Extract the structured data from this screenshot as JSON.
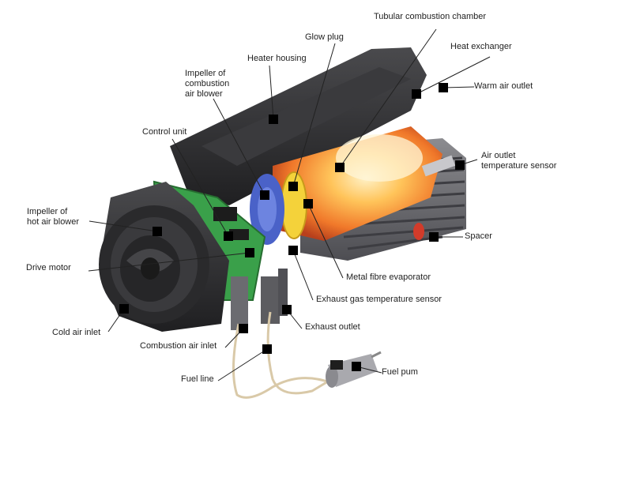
{
  "labels": {
    "tubular_combustion_chamber": "Tubular combustion chamber",
    "glow_plug": "Glow plug",
    "heat_exchanger": "Heat exchanger",
    "heater_housing": "Heater housing",
    "warm_air_outlet": "Warm air outlet",
    "impeller_combustion": [
      "Impeller of",
      "combustion",
      "air blower"
    ],
    "control_unit": "Control unit",
    "air_outlet_sensor": [
      "Air outlet",
      "temperature sensor"
    ],
    "impeller_hot_air": [
      "Impeller of",
      "hot air blower"
    ],
    "spacer": "Spacer",
    "drive_motor": "Drive motor",
    "metal_fibre_evaporator": "Metal fibre evaporator",
    "exhaust_gas_sensor": "Exhaust gas temperature sensor",
    "exhaust_outlet": "Exhaust outlet",
    "cold_air_inlet": "Cold air inlet",
    "combustion_air_inlet": "Combustion air inlet",
    "fuel_line": "Fuel line",
    "fuel_pump": "Fuel pum"
  },
  "colors": {
    "leader_line": "#222222",
    "marker": "#000000",
    "housing": "#2f2f31",
    "flame": "#f39a2a",
    "blower_blue": "#4a62c8",
    "pcb_green": "#3aa04a"
  }
}
